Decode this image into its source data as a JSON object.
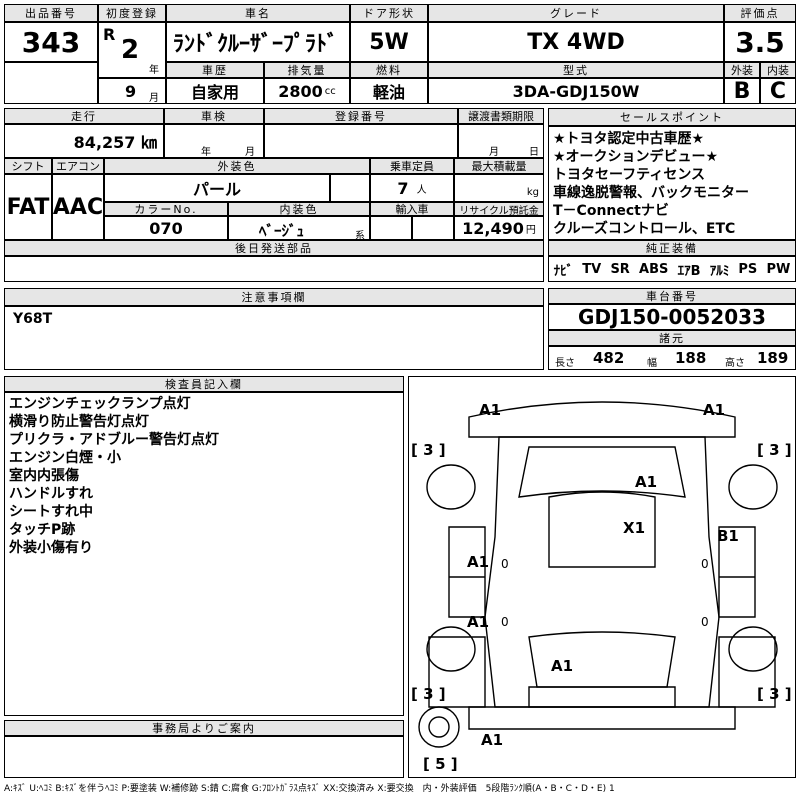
{
  "header": {
    "lot_label": "出品番号",
    "lot_number": "343",
    "first_reg_label": "初度登録",
    "reg_era": "R",
    "reg_year": "2",
    "year_unit": "年",
    "reg_month": "9",
    "month_unit": "月",
    "model_label": "車名",
    "model_name": "ﾗﾝﾄﾞｸﾙｰｻﾞｰﾌﾟﾗﾄﾞ",
    "door_label": "ドア形状",
    "door_value": "5W",
    "grade_label": "グレード",
    "grade_value": "TX 4WD",
    "score_label": "評価点",
    "score_value": "3.5",
    "history_label": "車歴",
    "history_value": "自家用",
    "displacement_label": "排気量",
    "displacement_value": "2800",
    "displacement_unit": "cc",
    "fuel_label": "燃料",
    "fuel_value": "軽油",
    "type_label": "型式",
    "type_value": "3DA-GDJ150W",
    "exterior_label": "外装",
    "exterior_value": "B",
    "interior_label": "内装",
    "interior_value": "C"
  },
  "row2": {
    "mileage_label": "走行",
    "mileage_value": "84,257 ㎞",
    "inspection_label": "車検",
    "insp_year_unit": "年",
    "insp_month_unit": "月",
    "reg_no_label": "登録番号",
    "transfer_label": "譲渡書類期限",
    "transfer_month_unit": "月",
    "transfer_day_unit": "日",
    "shift_label": "シフト",
    "shift_value": "FAT",
    "ac_label": "エアコン",
    "ac_value": "AAC",
    "ext_color_label": "外装色",
    "ext_color_value": "パール",
    "capacity_label": "乗車定員",
    "capacity_value": "7",
    "capacity_unit": "人",
    "load_label": "最大積載量",
    "load_unit": "kg",
    "color_no_label": "カラーNo.",
    "color_no_value": "070",
    "int_color_label": "内装色",
    "int_color_value": "ﾍﾞｰｼﾞｭ",
    "int_color_unit": "系",
    "import_label": "輸入車",
    "recycle_label": "リサイクル預託金",
    "recycle_value": "12,490",
    "recycle_unit": "円",
    "later_parts_label": "後日発送部品"
  },
  "sales_points": {
    "label": "セールスポイント",
    "items": [
      "★トヨタ認定中古車歴★",
      "★オークションデビュー★",
      "トヨタセーフティセンス",
      "車線逸脱警報、バックモニター",
      "T－Connectナビ",
      "クルーズコントロール、ETC"
    ]
  },
  "equipment": {
    "label": "純正装備",
    "items": [
      "ﾅﾋﾞ",
      "TV",
      "SR",
      "ABS",
      "ｴｱB",
      "ｱﾙﾐ",
      "PS",
      "PW"
    ]
  },
  "notes": {
    "label": "注意事項欄",
    "value": "Y68T"
  },
  "chassis": {
    "label": "車台番号",
    "value": "GDJ150-0052033",
    "spec_label": "諸元",
    "length_label": "長さ",
    "length_value": "482",
    "width_label": "幅",
    "width_value": "188",
    "height_label": "高さ",
    "height_value": "189"
  },
  "inspector": {
    "label": "検査員記入欄",
    "items": [
      "エンジンチェックランプ点灯",
      "横滑り防止警告灯点灯",
      "プリクラ・アドブルー警告灯点灯",
      "エンジン白煙・小",
      "室内内張傷",
      "ハンドルすれ",
      "シートすれ中",
      "タッチP跡",
      "外装小傷有り"
    ]
  },
  "office": {
    "label": "事務局よりご案内"
  },
  "diagram": {
    "marks": [
      "A1",
      "A1",
      "A1",
      "X1",
      "B1",
      "A1",
      "A1",
      "A1",
      "A1"
    ],
    "tires": [
      "[ 3 ]",
      "[ 3 ]",
      "[ 3 ]",
      "[ 3 ]",
      "[ 5 ]"
    ],
    "small_marks": [
      "0",
      "0",
      "0",
      "0"
    ]
  },
  "legend": "A:ｷｽﾞ U:ﾍｺﾐ B:ｷｽﾞを伴うﾍｺﾐ P:要塗装 W:補修跡 S:錆 C:腐食 G:ﾌﾛﾝﾄｶﾞﾗｽ点ｷｽﾞ XX:交換済み X:要交換　内・外装評価　5段階ﾗﾝｸ順(A・B・C・D・E) 1"
}
